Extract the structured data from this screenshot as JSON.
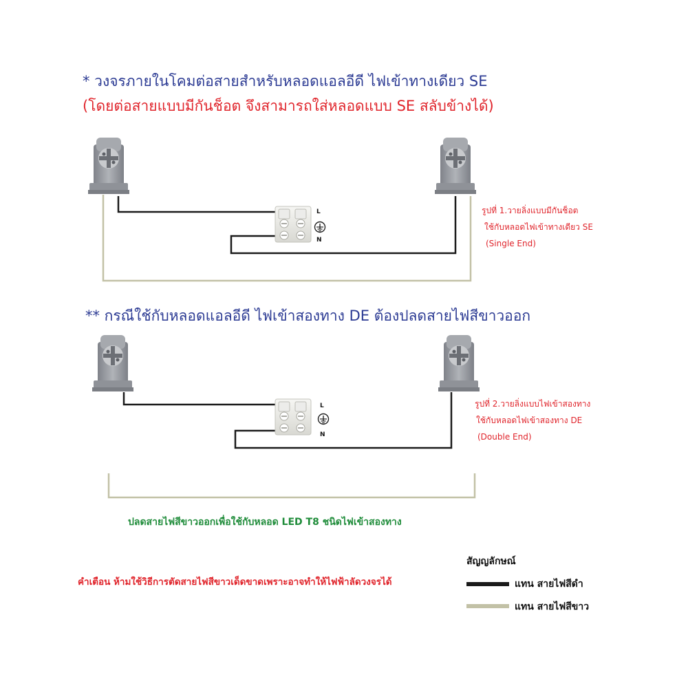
{
  "section1": {
    "title": "* วงจรภายในโคมต่อสายสำหรับหลอดแอลอีดี ไฟเข้าทางเดียว SE",
    "subtitle": "(โดยต่อสายแบบมีกันช็อต จึงสามารถใส่หลอดแบบ SE สลับข้างได้)",
    "note": [
      "รูปที่ 1.วายลิ่งแบบมีกันช็อต",
      "ใช้กับหลอดไฟเข้าทางเดียว SE",
      "(Single End)"
    ],
    "terminal": {
      "l": "L",
      "n": "N"
    }
  },
  "section2": {
    "title": "** กรณีใช้กับหลอดแอลอีดี ไฟเข้าสองทาง DE ต้องปลดสายไฟสีขาวออก",
    "note": [
      "รูปที่ 2.วายลิ่งแบบไฟเข้าสองทาง",
      "ใช้กับหลอดไฟเข้าสองทาง DE",
      "(Double End)"
    ],
    "terminal": {
      "l": "L",
      "n": "N"
    },
    "caption": "ปลดสายไฟสีขาวออกเพื่อใช้กับหลอด LED T8 ชนิดไฟเข้าสองทาง"
  },
  "warning": "คำเตือน ห้ามใช้วิธีการตัดสายไฟสีขาวเด็ดขาดเพราะอาจทำให้ไฟฟ้าลัดวงจรได้",
  "legend": {
    "title": "สัญญลักษณ์",
    "black_label": "แทน สายไฟสีดำ",
    "white_label": "แทน สายไฟสีขาว"
  },
  "colors": {
    "black_wire": "#1a1a1a",
    "white_wire": "#c2c1a6",
    "socket": "#9b9ea4",
    "blue_text": "#2b3a93",
    "red_text": "#e0242b",
    "green_text": "#1f8c3a"
  }
}
